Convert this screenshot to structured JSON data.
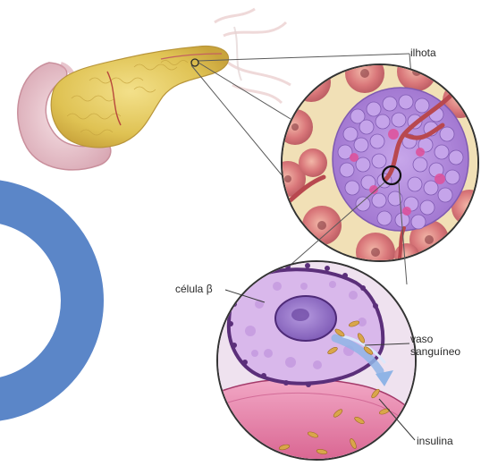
{
  "labels": {
    "islet": "ilhota",
    "beta_cell": "célula β",
    "blood_vessel_line1": "vaso",
    "blood_vessel_line2": "sanguíneo",
    "insulin": "insulina"
  },
  "colors": {
    "ring": "#5b86c8",
    "pancreas": "#e6c85a",
    "islet_cells": "#b08ad8",
    "beta_cell_fill": "#d6b6ea",
    "blood_vessel": "#e88ab0",
    "acini": "#d9777a",
    "insulin_granules": "#d9a64a"
  }
}
